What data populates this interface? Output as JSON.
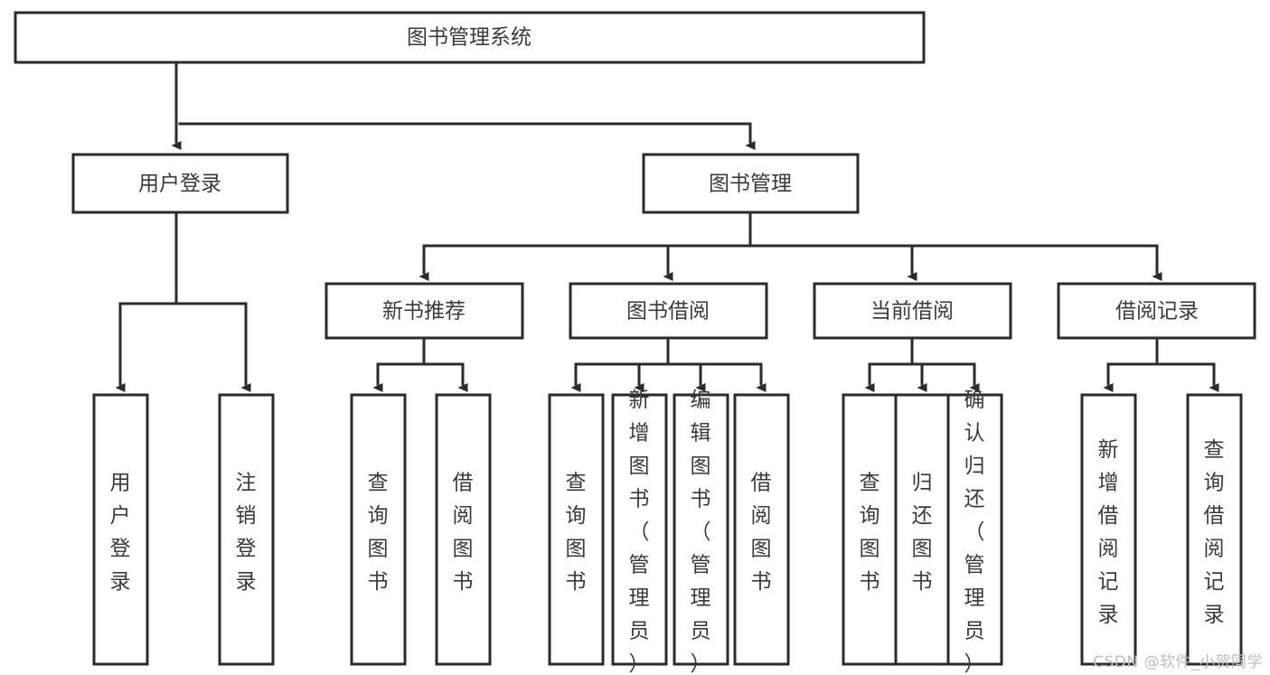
{
  "diagram": {
    "title": "图书管理系统",
    "type": "tree-hierarchy-flowchart",
    "orientation": "top-down",
    "style": {
      "box_fill": "#ffffff",
      "box_stroke": "#2b2b2b",
      "connector_color": "#2b2b2b",
      "text_color": "#3a3a3a",
      "background": "#ffffff"
    },
    "levels": 4,
    "root": {
      "id": "root",
      "label": "图书管理系统"
    },
    "level2": [
      {
        "id": "n-user-login",
        "label": "用户登录"
      },
      {
        "id": "n-book-manage",
        "label": "图书管理"
      }
    ],
    "level3": [
      {
        "id": "n-new-book-rec",
        "label": "新书推荐",
        "parent": "n-book-manage"
      },
      {
        "id": "n-book-borrow",
        "label": "图书借阅",
        "parent": "n-book-manage"
      },
      {
        "id": "n-current-borrow",
        "label": "当前借阅",
        "parent": "n-book-manage"
      },
      {
        "id": "n-borrow-record",
        "label": "借阅记录",
        "parent": "n-book-manage"
      }
    ],
    "leaves": [
      {
        "id": "leaf-user-login",
        "label": "用户登录",
        "parent": "n-user-login"
      },
      {
        "id": "leaf-logout-login",
        "label": "注销登录",
        "parent": "n-user-login"
      },
      {
        "id": "leaf-query-book-1",
        "label": "查询图书",
        "parent": "n-new-book-rec"
      },
      {
        "id": "leaf-borrow-book-1",
        "label": "借阅图书",
        "parent": "n-new-book-rec"
      },
      {
        "id": "leaf-query-book-2",
        "label": "查询图书",
        "parent": "n-book-borrow"
      },
      {
        "id": "leaf-add-book",
        "label": "新增图书（管理员）",
        "parent": "n-book-borrow"
      },
      {
        "id": "leaf-edit-book",
        "label": "编辑图书（管理员）",
        "parent": "n-book-borrow"
      },
      {
        "id": "leaf-borrow-book-2",
        "label": "借阅图书",
        "parent": "n-book-borrow"
      },
      {
        "id": "leaf-query-book-3",
        "label": "查询图书",
        "parent": "n-current-borrow"
      },
      {
        "id": "leaf-return-book",
        "label": "归还图书",
        "parent": "n-current-borrow"
      },
      {
        "id": "leaf-confirm-return",
        "label": "确认归还（管理员）",
        "parent": "n-current-borrow"
      },
      {
        "id": "leaf-add-record",
        "label": "新增借阅记录",
        "parent": "n-borrow-record"
      },
      {
        "id": "leaf-query-record",
        "label": "查询借阅记录",
        "parent": "n-borrow-record"
      }
    ]
  },
  "watermark": {
    "text": "CSDN @软件_小贺同学"
  }
}
